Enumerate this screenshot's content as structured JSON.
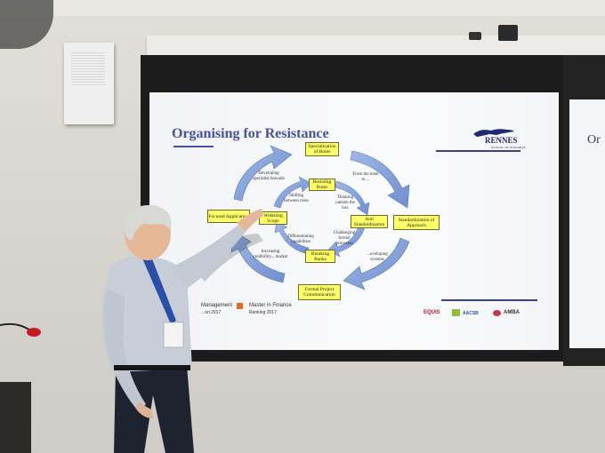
{
  "slide": {
    "title": "Organising for Resistance",
    "logo": {
      "name": "RENNES",
      "sub": "SCHOOL OF BUSINESS"
    },
    "boxes": [
      {
        "id": "specialisation",
        "text": "Specialization of Roles"
      },
      {
        "id": "resisting",
        "text": "Resisting Rules"
      },
      {
        "id": "focused",
        "text": "Focused Application"
      },
      {
        "id": "widening",
        "text": "Widening Scope"
      },
      {
        "id": "anti",
        "text": "Anti Standardization"
      },
      {
        "id": "standardisation",
        "text": "Standardization of Approach"
      },
      {
        "id": "breaking",
        "text": "Breaking Ranks"
      },
      {
        "id": "formal",
        "text": "Formal Project Communication"
      }
    ],
    "labels": [
      {
        "id": "developing-specialist",
        "text": "Developing specialist bravado"
      },
      {
        "id": "from-team",
        "text": "From the team to ..."
      },
      {
        "id": "shifting",
        "text": "Shifting between roles"
      },
      {
        "id": "thinking",
        "text": "Thinking outside the box"
      },
      {
        "id": "differentiating",
        "text": "Differentiating capabilities"
      },
      {
        "id": "challenging",
        "text": "Challenging formal processes"
      },
      {
        "id": "increasing",
        "text": "Increasing credibility... market"
      },
      {
        "id": "developing-systems",
        "text": "...eveloping systems"
      }
    ],
    "footer": {
      "left": "Management",
      "left_sub": "...on 2017",
      "middle": "Master in Finance",
      "middle_sub": "Ranking 2017",
      "accreditations": [
        "EQUIS",
        "AACSB",
        "AMBA"
      ]
    }
  },
  "right_slide_title": "Or",
  "colors": {
    "title": "#4a50a0",
    "box_fill": "#ffff66",
    "arrow": "#7f9fd6",
    "navy": "#1f2b6f"
  }
}
